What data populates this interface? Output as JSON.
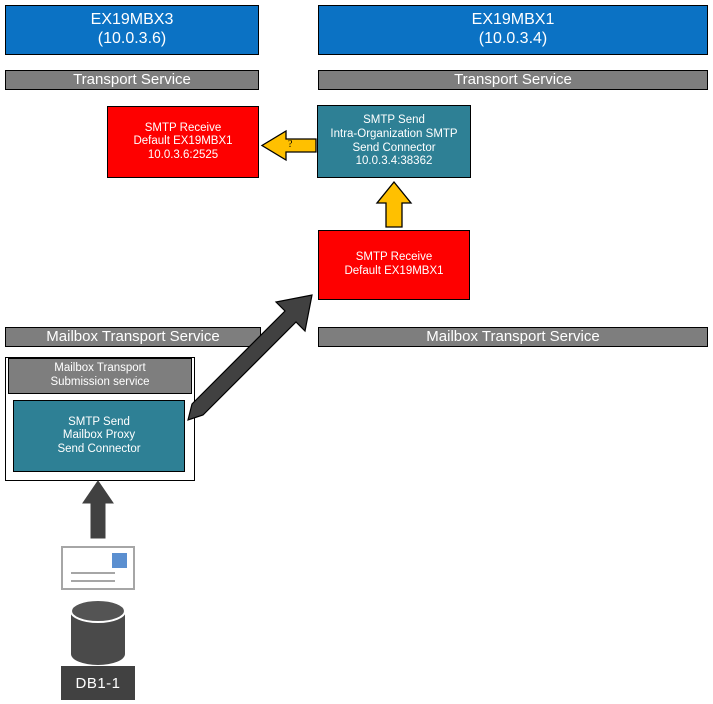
{
  "diagram": {
    "title": "Exchange Server SMTP mail flow between EX19MBX3 and EX19MBX1",
    "colors": {
      "server_blue": "#0b72c4",
      "service_gray": "#7e7e7e",
      "receive_red": "#fe0000",
      "send_teal": "#2e8095",
      "arrow_yellow": "#ffc000",
      "arrow_dark": "#414141",
      "db_dark": "#414141",
      "doc_accent": "#5b8fd0"
    }
  },
  "servers": [
    {
      "name": "EX19MBX3",
      "ip": "(10.0.3.6)",
      "label": "EX19MBX3\n(10.0.3.6)"
    },
    {
      "name": "EX19MBX1",
      "ip": "(10.0.3.4)",
      "label": "EX19MBX1\n(10.0.3.4)"
    }
  ],
  "service_bars": {
    "transport_service": "Transport Service",
    "mailbox_transport_service": "Mailbox Transport Service"
  },
  "connectors": {
    "left_smtp_receive": {
      "line1": "SMTP Receive",
      "line2": "Default EX19MBX1",
      "line3": "10.0.3.6:2525",
      "label": "SMTP Receive\nDefault EX19MBX1\n10.0.3.6:2525"
    },
    "right_smtp_send_intra_org": {
      "line1": "SMTP Send",
      "line2": "Intra-Organization SMTP",
      "line3": "Send Connector",
      "line4": "10.0.3.4:38362",
      "label": "SMTP Send\nIntra-Organization SMTP\nSend Connector\n10.0.3.4:38362"
    },
    "right_smtp_receive": {
      "line1": "SMTP Receive",
      "line2": "Default EX19MBX1",
      "label": "SMTP Receive\nDefault EX19MBX1"
    },
    "mailbox_transport_submission": {
      "line1": "Mailbox Transport",
      "line2": "Submission service",
      "label": "Mailbox Transport\nSubmission service"
    },
    "mailbox_proxy_send": {
      "line1": "SMTP Send",
      "line2": "Mailbox Proxy",
      "line3": "Send Connector",
      "label": "SMTP Send\nMailbox Proxy\nSend Connector"
    }
  },
  "arrows": {
    "question_arrow_label": "?"
  },
  "database": {
    "label": "DB1-1"
  }
}
